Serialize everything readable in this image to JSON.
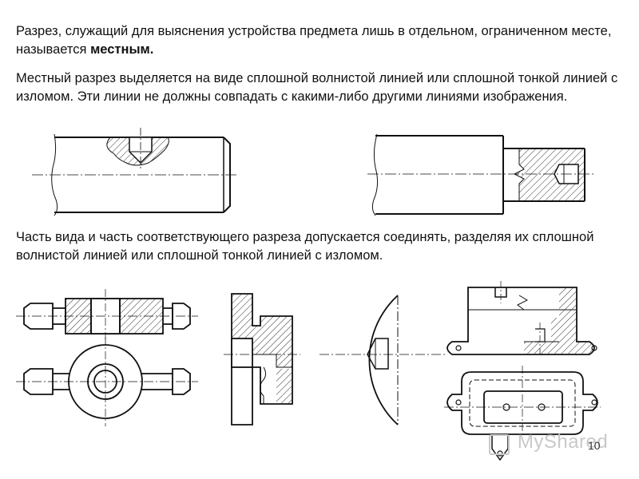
{
  "text": {
    "p1_part1": "Разрез, служащий для выяснения устройства предмета лишь в отдельном, ограниченном месте, называется ",
    "p1_bold": "местным.",
    "p2": "Местный разрез выделяется на виде сплошной волнистой линией или сплошной тонкой линией с изломом. Эти линии не должны совпадать с какими-либо другими линиями изображения.",
    "p3": "Часть вида и часть соответствующего разреза допускается соединять, разделяя их сплошной волнистой линией или сплошной тонкой линией с изломом."
  },
  "watermark": {
    "brand": "MyShared",
    "logo": "myshared-logo-icon"
  },
  "page_number": "10",
  "colors": {
    "line": "#111111",
    "hatch": "#333333",
    "watermark": "#c9c9c9"
  }
}
